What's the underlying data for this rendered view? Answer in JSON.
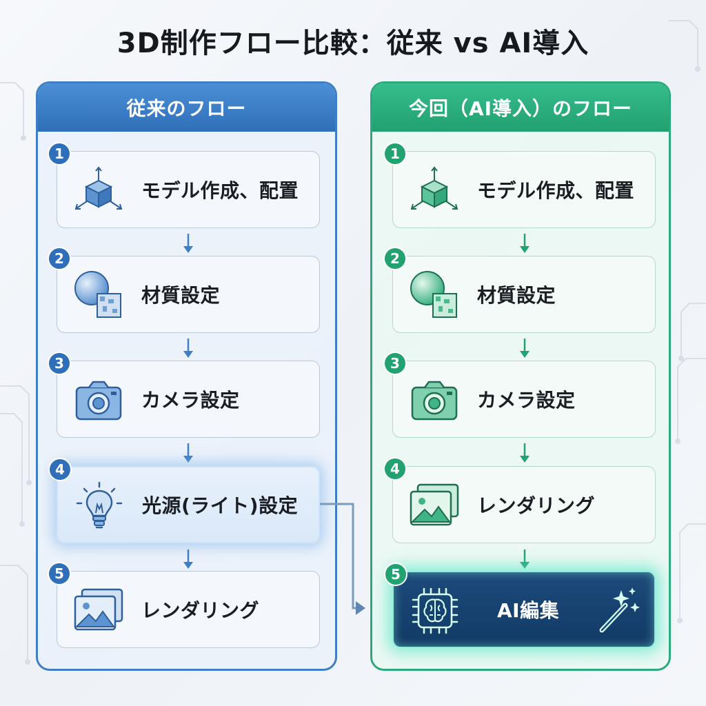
{
  "title": "3D制作フロー比較：従来 vs AI導入",
  "left": {
    "header": "従来のフロー",
    "steps": [
      {
        "num": "1",
        "label": "モデル作成、配置",
        "icon": "cube-axes-icon"
      },
      {
        "num": "2",
        "label": "材質設定",
        "icon": "material-sphere-icon"
      },
      {
        "num": "3",
        "label": "カメラ設定",
        "icon": "camera-icon"
      },
      {
        "num": "4",
        "label": "光源(ライト)設定",
        "icon": "lightbulb-icon"
      },
      {
        "num": "5",
        "label": "レンダリング",
        "icon": "image-gallery-icon"
      }
    ]
  },
  "right": {
    "header": "今回（AI導入）のフロー",
    "steps": [
      {
        "num": "1",
        "label": "モデル作成、配置",
        "icon": "cube-axes-icon"
      },
      {
        "num": "2",
        "label": "材質設定",
        "icon": "material-sphere-icon"
      },
      {
        "num": "3",
        "label": "カメラ設定",
        "icon": "camera-icon"
      },
      {
        "num": "4",
        "label": "レンダリング",
        "icon": "image-gallery-icon"
      },
      {
        "num": "5",
        "label": "AI編集",
        "icon": "ai-chip-icon"
      }
    ]
  },
  "colors": {
    "left_accent": "#2f6fb9",
    "right_accent": "#22a271",
    "ai_step_bg": "#123a66",
    "ai_glow": "#5ae6c8"
  }
}
